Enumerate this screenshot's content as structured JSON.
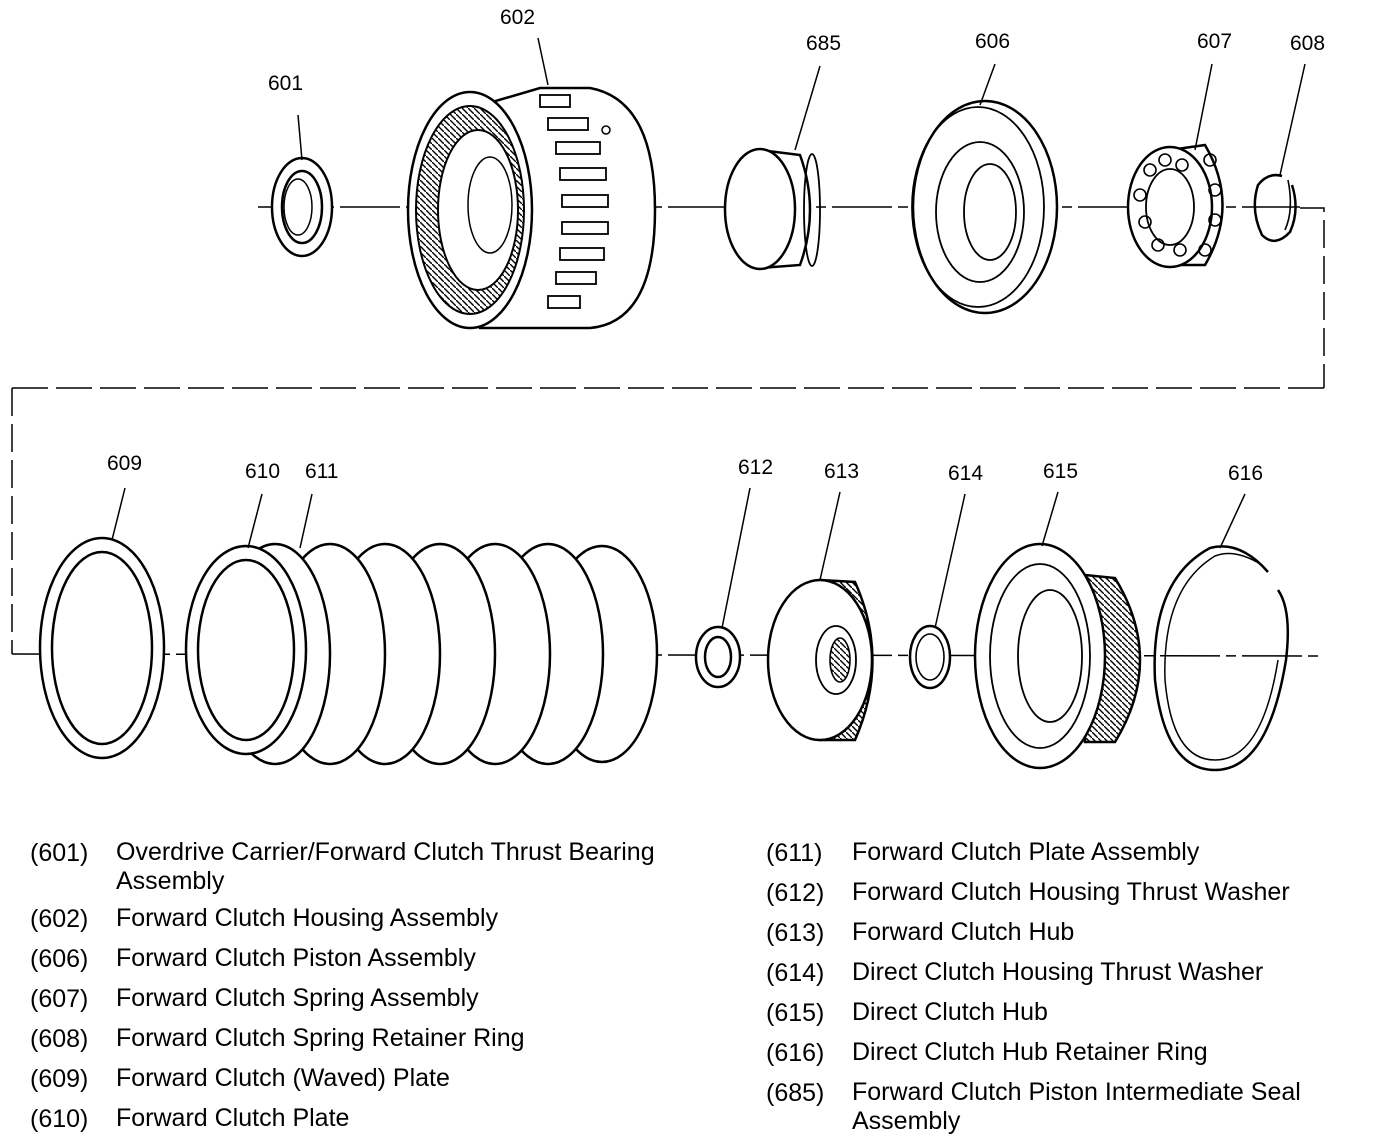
{
  "callouts": [
    {
      "id": "601"
    },
    {
      "id": "602"
    },
    {
      "id": "685"
    },
    {
      "id": "606"
    },
    {
      "id": "607"
    },
    {
      "id": "608"
    },
    {
      "id": "609"
    },
    {
      "id": "610"
    },
    {
      "id": "611"
    },
    {
      "id": "612"
    },
    {
      "id": "613"
    },
    {
      "id": "614"
    },
    {
      "id": "615"
    },
    {
      "id": "616"
    }
  ],
  "legend_left": [
    {
      "num": "(601)",
      "desc": "Overdrive Carrier/Forward Clutch Thrust Bearing Assembly"
    },
    {
      "num": "(602)",
      "desc": "Forward Clutch Housing Assembly"
    },
    {
      "num": "(606)",
      "desc": "Forward Clutch Piston Assembly"
    },
    {
      "num": "(607)",
      "desc": "Forward Clutch Spring Assembly"
    },
    {
      "num": "(608)",
      "desc": "Forward Clutch Spring Retainer Ring"
    },
    {
      "num": "(609)",
      "desc": "Forward Clutch (Waved) Plate"
    },
    {
      "num": "(610)",
      "desc": "Forward Clutch Plate"
    }
  ],
  "legend_right": [
    {
      "num": "(611)",
      "desc": "Forward Clutch Plate Assembly"
    },
    {
      "num": "(612)",
      "desc": "Forward Clutch Housing Thrust Washer"
    },
    {
      "num": "(613)",
      "desc": "Forward Clutch Hub"
    },
    {
      "num": "(614)",
      "desc": "Direct Clutch Housing Thrust Washer"
    },
    {
      "num": "(615)",
      "desc": "Direct Clutch Hub"
    },
    {
      "num": "(616)",
      "desc": "Direct Clutch Hub Retainer Ring"
    },
    {
      "num": "(685)",
      "desc": "Forward Clutch Piston Intermediate Seal Assembly"
    }
  ]
}
